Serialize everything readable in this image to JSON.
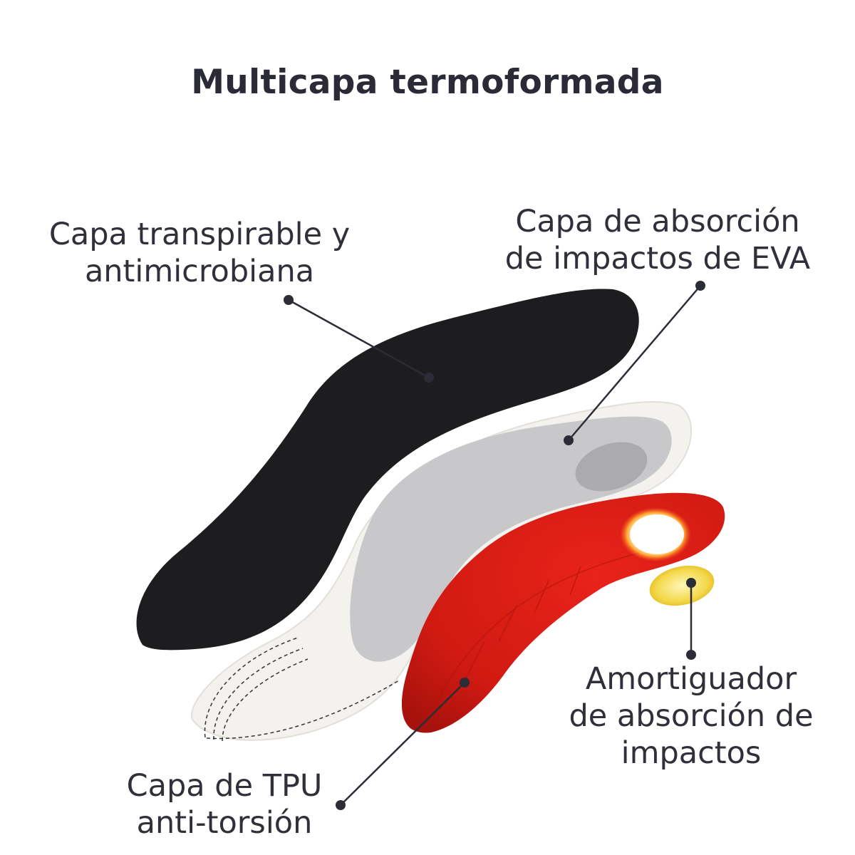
{
  "title": "Multicapa termoformada",
  "layers": [
    {
      "lines": [
        "Capa transpirable y",
        "antimicrobiana"
      ]
    },
    {
      "lines": [
        "Capa de absorción",
        "de impactos de EVA"
      ]
    },
    {
      "lines": [
        "Amortiguador",
        "de absorción de",
        "impactos"
      ]
    },
    {
      "lines": [
        "Capa de TPU",
        "anti-torsión"
      ]
    }
  ],
  "colors": {
    "text": "#2b2c36",
    "top_layer": "#1d1d1f",
    "eva_base": "#f3f1ee",
    "eva_top": "#c9c9cb",
    "tpu": "#d81c14",
    "cushion": "#f2dc4a"
  }
}
